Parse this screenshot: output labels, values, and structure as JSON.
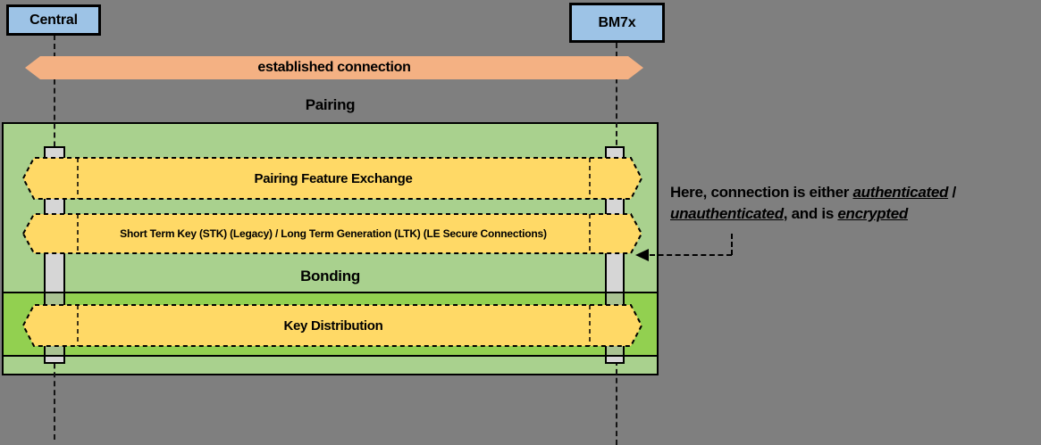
{
  "actors": [
    {
      "id": "central",
      "label": "Central"
    },
    {
      "id": "bm7x",
      "label": "BM7x"
    }
  ],
  "connection": {
    "label": "established connection"
  },
  "sections": [
    {
      "id": "pairing",
      "label": "Pairing"
    },
    {
      "id": "bonding",
      "label": "Bonding"
    }
  ],
  "messages": [
    {
      "label": "Pairing Feature Exchange",
      "section": "pairing",
      "direction": "both"
    },
    {
      "label": "Short Term Key (STK) (Legacy) / Long Term Generation (LTK) (LE Secure Connections)",
      "section": "pairing",
      "direction": "both"
    },
    {
      "label": "Key Distribution",
      "section": "bonding",
      "direction": "both"
    }
  ],
  "annotation": {
    "prefix": "Here, connection is either ",
    "em1": "authenticated",
    "sep1": " /",
    "em2": "unauthenticated",
    "mid": ", and is ",
    "em3": "encrypted"
  },
  "icons": {
    "connector_arrowhead": "left-pointing solid triangle",
    "connection_arrow": "double-headed horizontal arrow",
    "message_arrow": "double-headed dashed-outline arrow"
  },
  "colors": {
    "background": "#7F7F7F",
    "actor_fill": "#9DC3E6",
    "connection_fill": "#F4B183",
    "pairing_fill": "#A9D18E",
    "bonding_fill": "#92D050",
    "message_fill": "#FFD966",
    "activation_fill": "#D6D6D6",
    "line": "#000000"
  }
}
